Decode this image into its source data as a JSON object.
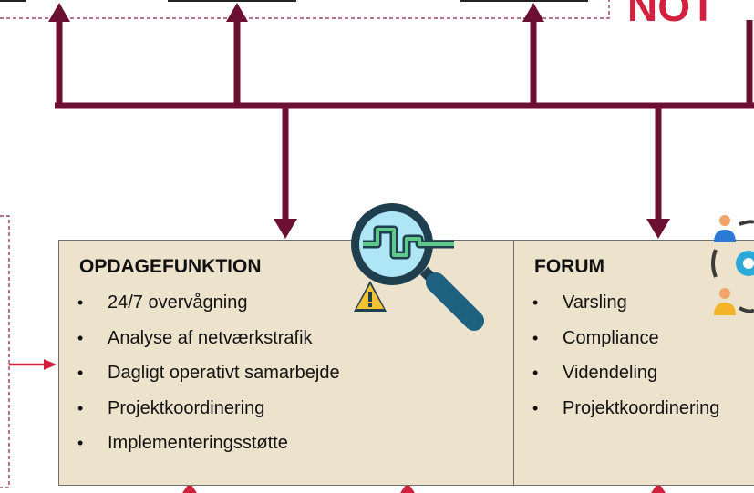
{
  "boxes": {
    "opdage": {
      "title": "OPDAGEFUNKTION",
      "items": [
        "24/7 overvågning",
        "Analyse af netværkstrafik",
        "Dagligt operativt samarbejde",
        "Projektkoordinering",
        "Implementeringsstøtte"
      ]
    },
    "forum": {
      "title": "FORUM",
      "items": [
        "Varsling",
        "Compliance",
        "Videndeling",
        "Projektkoordinering"
      ]
    }
  },
  "top_right_text": "NOT",
  "icons": {
    "detection": "magnifier-network-warning-icon",
    "forum": "people-network-icon"
  },
  "colors": {
    "arrow": "#6b1030",
    "accent_red": "#d0213f",
    "box_fill": "#ede3cd",
    "dashed_border": "#8a2040"
  }
}
